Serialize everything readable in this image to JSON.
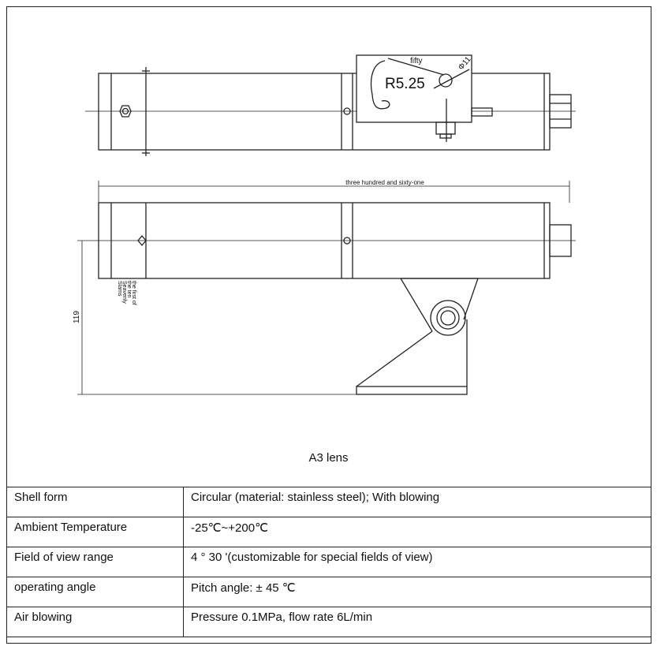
{
  "drawing": {
    "labels": {
      "fifty": "fifty",
      "radius": "R5.25",
      "diameter": "Φ11",
      "length": "three hundred and sixty-one",
      "height": "119",
      "note_lines": [
        "the first of",
        "the ten",
        "Seavenly",
        "Slams"
      ]
    },
    "caption": "A3 lens"
  },
  "specs": [
    {
      "label": "Shell form",
      "value": "Circular (material: stainless steel); With blowing"
    },
    {
      "label": "Ambient Temperature",
      "value": "-25℃~+200℃"
    },
    {
      "label": "Field of view range",
      "value": "4 ° 30 '(customizable for special fields of view)"
    },
    {
      "label": "operating angle",
      "value": "Pitch angle: ± 45 ℃"
    },
    {
      "label": "Air blowing",
      "value": "Pressure 0.1MPa, flow rate 6L/min"
    }
  ]
}
